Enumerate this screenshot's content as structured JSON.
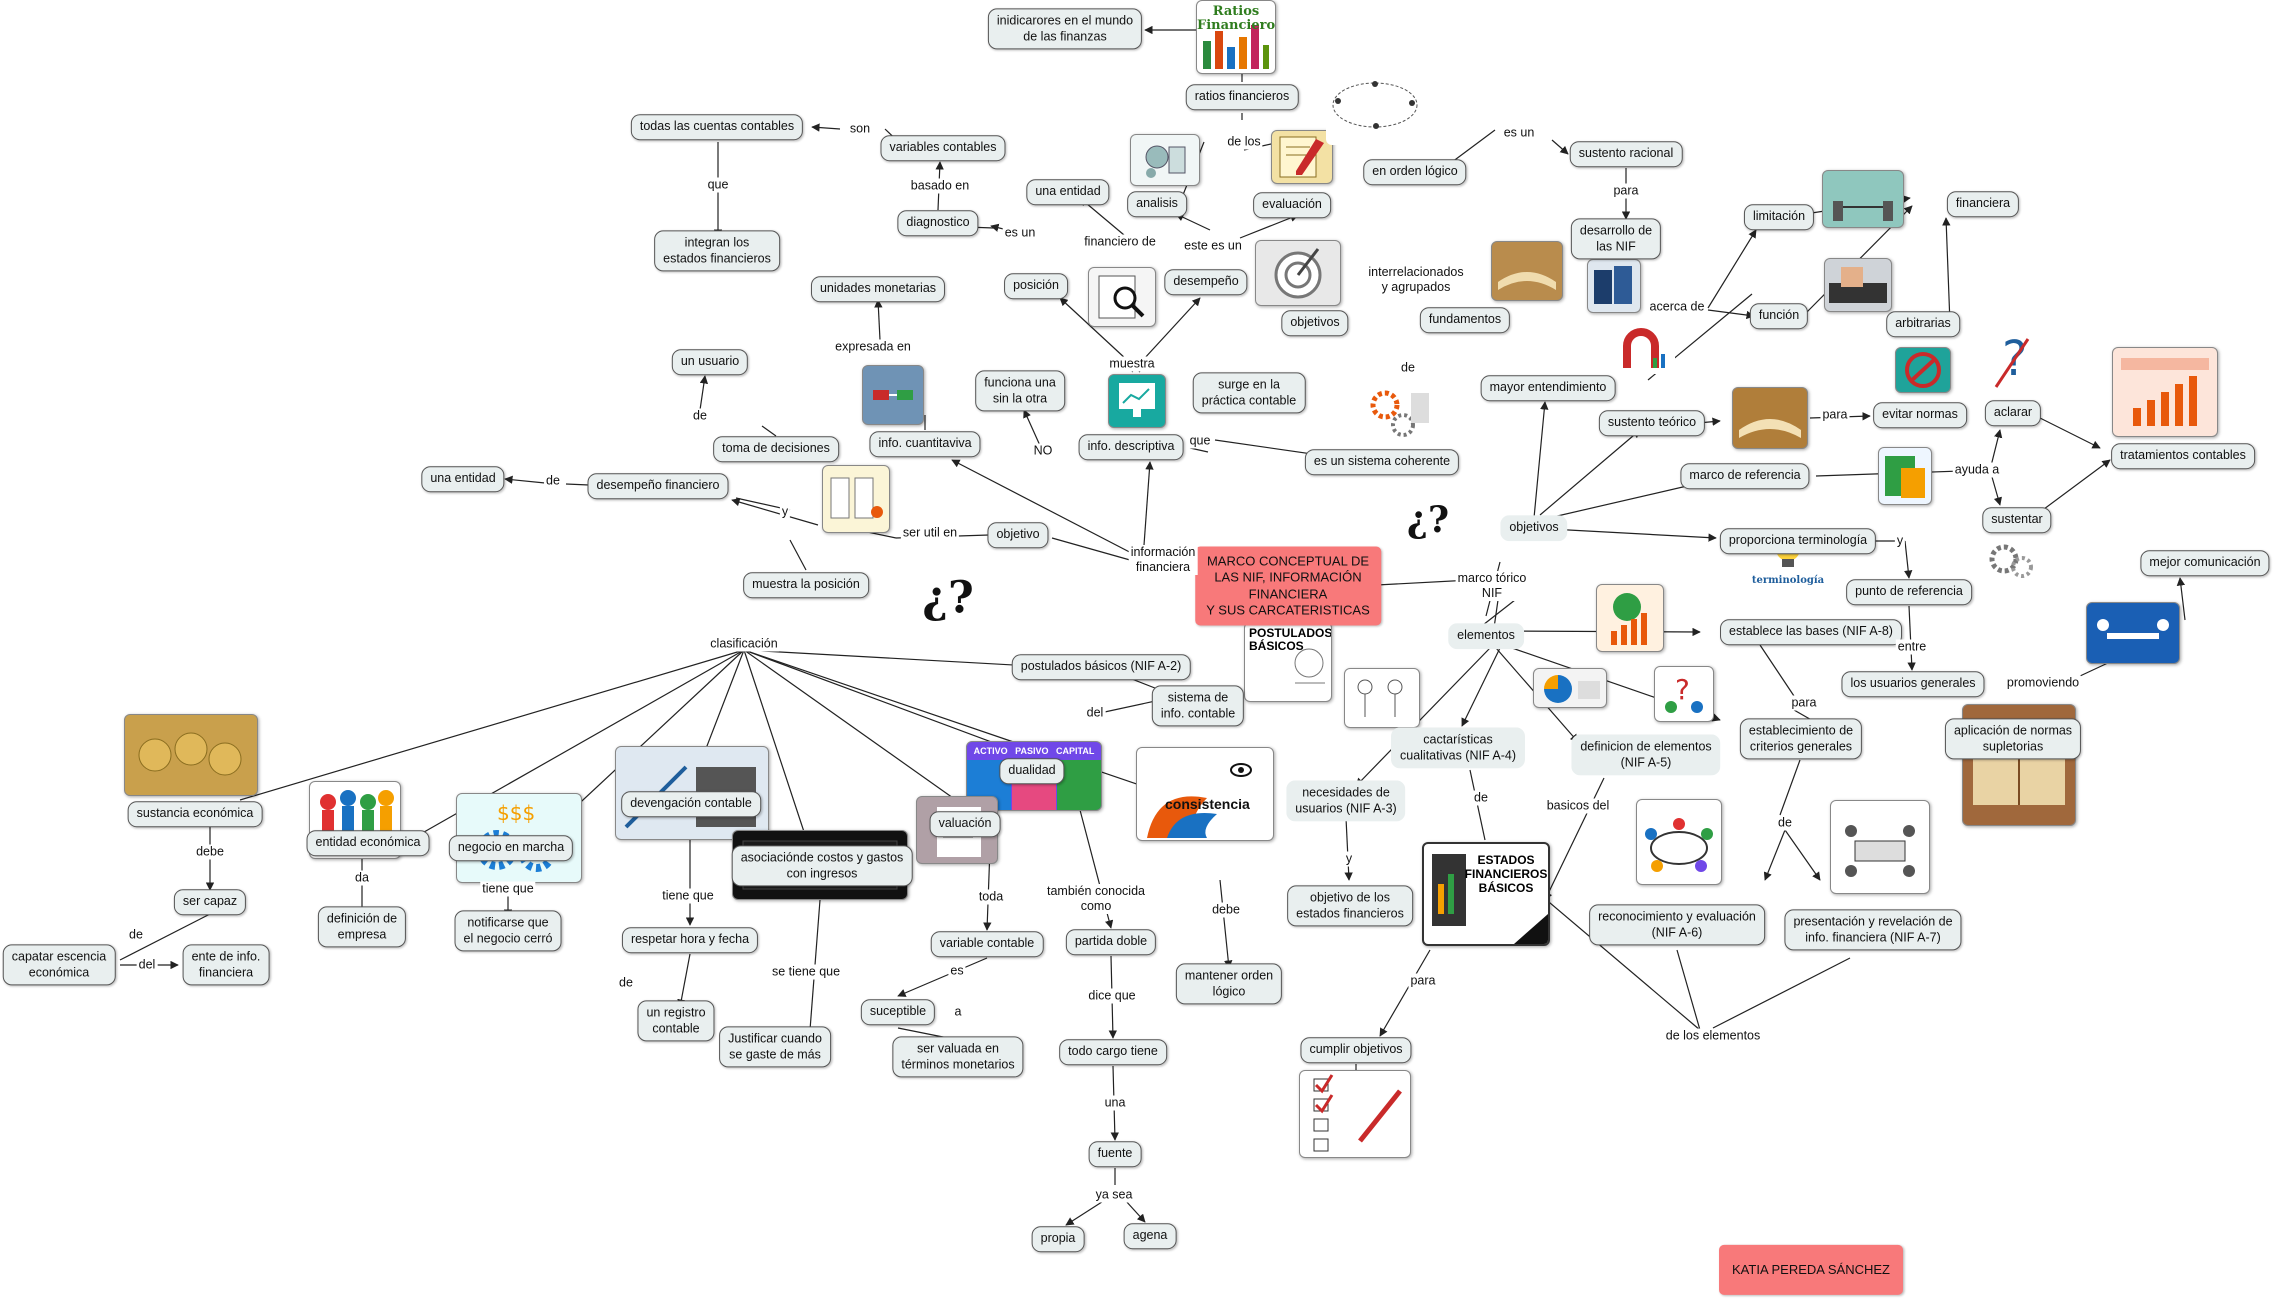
{
  "nodes": {
    "main": "MARCO CONCEPTUAL DE\nLAS NIF, INFORMACIÓN\nFINANCIERA\nY SUS CARCATERISTICAS",
    "author": "KATIA PEREDA SÁNCHEZ",
    "indicadores": "inidicarores en el mundo\nde las finanzas",
    "ratios": "ratios financieros",
    "cuentas": "todas las cuentas contables",
    "variables": "variables contables",
    "integran": "integran los\nestados financieros",
    "diagnostico": "diagnostico",
    "una_entidad_top": "una entidad",
    "analisis": "analisis",
    "evaluacion": "evaluación",
    "orden_logico": "en orden lógico",
    "sustento_racional": "sustento racional",
    "desarrollo_nif": "desarrollo de\nlas NIF",
    "limitacion": "limitación",
    "financiera": "financiera",
    "funcion": "función",
    "arbitrarias": "arbitrarias",
    "unidades": "unidades monetarias",
    "posicion": "posición",
    "desempeno": "desempeño",
    "objetivos_mid": "objetivos",
    "fundamentos": "fundamentos",
    "un_usuario": "un usuario",
    "funciona": "funciona una\nsin la otra",
    "surge": "surge en la\npráctica contable",
    "mayor": "mayor entendimiento",
    "sustento_teorico": "sustento teórico",
    "evitar": "evitar normas",
    "aclarar": "aclarar",
    "tratamientos": "tratamientos contables",
    "toma": "toma de decisiones",
    "info_cuant": "info. cuantitaviva",
    "info_desc": "info. descriptiva",
    "sistema_coherente": "es un sistema coherente",
    "marco_ref": "marco de referencia",
    "sustentar": "sustentar",
    "una_entidad_left": "una entidad",
    "desempeno_fin": "desempeño financiero",
    "objetivo": "objetivo",
    "objetivos_right": "objetivos",
    "proporciona": "proporciona terminología",
    "mejor_com": "mejor comunicación",
    "muestra_pos": "muestra la posición",
    "punto_ref": "punto de referencia",
    "elementos": "elementos",
    "establece": "establece las bases (NIF A-8)",
    "postulados": "postulados básicos (NIF A-2)",
    "sistema_info": "sistema de\ninfo. contable",
    "usuarios_gen": "los usuarios generales",
    "aplicacion": "aplicación de normas\nsupletorias",
    "cualitativas": "cactarísticas\ncualitativas (NIF A-4)",
    "definicion": "definicion de elementos\n(NIF A-5)",
    "criterios": "establecimiento de\ncriterios generales",
    "sustancia": "sustancia económica",
    "devengacion": "devengación contable",
    "dualidad": "dualidad",
    "valuacion": "valuación",
    "asociacion": "asociaciónde costos y gastos\ncon ingresos",
    "necesidades": "necesidades de\nusuarios (NIF A-3)",
    "entidad_eco": "entidad económica",
    "negocio": "negocio en marcha",
    "ser_capaz": "ser capaz",
    "def_empresa": "definición de\nempresa",
    "notificarse": "notificarse que\nel negocio cerró",
    "respetar": "respetar hora y fecha",
    "variable_cont": "variable contable",
    "partida": "partida doble",
    "mantener": "mantener orden\nlógico",
    "objetivo_estados": "objetivo de los\nestados financieros",
    "reconocimiento": "reconocimiento y evaluación\n(NIF A-6)",
    "presentacion": "presentación y revelación de\ninfo. financiera (NIF A-7)",
    "captar": "capatar escencia\neconómica",
    "ente": "ente de info.\nfinanciera",
    "registro": "un registro\ncontable",
    "justificar": "Justificar cuando\nse gaste de más",
    "suceptible": "suceptible",
    "valuada": "ser valuada en\ntérminos monetarios",
    "todo_cargo": "todo cargo tiene",
    "cumplir": "cumplir objetivos",
    "fuente": "fuente",
    "propia": "propia",
    "agena": "agena"
  },
  "labels": {
    "son": "son",
    "que_1": "que",
    "basado_en": "basado en",
    "de_los": "de los",
    "es_un_1": "es un",
    "financiero_de": "financiero de",
    "este_es_un": "este es un",
    "es_un_2": "es un",
    "para_1": "para",
    "acerca_de": "acerca de",
    "expresada_en": "expresada en",
    "muestra": "muestra",
    "interrelacionados": "interrelacionados\ny agrupados",
    "de_1": "de",
    "de_2": "de",
    "para_2": "para",
    "no": "NO",
    "que_2": "que",
    "ayuda_a": "ayuda a",
    "de_3": "de",
    "y_1": "y",
    "ser_util_en": "ser util en",
    "informacion_financiera": "información\nfinanciera",
    "marco_torico": "marco tórico\nNIF",
    "y_2": "y",
    "clasificacion": "clasificación",
    "entre": "entre",
    "promoviendo": "promoviendo",
    "para_3": "para",
    "del_1": "del",
    "de_4": "de",
    "basicos_del": "basicos del",
    "de_5": "de",
    "debe_1": "debe",
    "da": "da",
    "tiene_que_1": "tiene que",
    "tiene_que_2": "tiene que",
    "toda": "toda",
    "tambien": "también conocida\ncomo",
    "debe_2": "debe",
    "y_3": "y",
    "de_6": "de",
    "del_2": "del",
    "de_7": "de",
    "se_tiene_que": "se tiene que",
    "es": "es",
    "a": "a",
    "dice_que": "dice que",
    "para_4": "para",
    "de_los_elementos": "de los elementos",
    "una": "una",
    "ya_sea": "ya sea"
  },
  "images": {
    "ratios_title": "Ratios\nFinancieros",
    "estados_title": "ESTADOS\nFINANCIEROS\nBÁSICOS",
    "postulados_title": "POSTULADOS\nBÁSICOS",
    "dualidad_header": "ACTIVO   PASIVO   CAPITAL",
    "consistencia_title": "consistencia",
    "terminologia_caption": "terminología",
    "question_mark": "¿?"
  },
  "colors": {
    "node_fill": "#e9efef",
    "node_border": "#555555",
    "main_fill": "#f8797a",
    "connector": "#222222",
    "background": "#ffffff"
  }
}
